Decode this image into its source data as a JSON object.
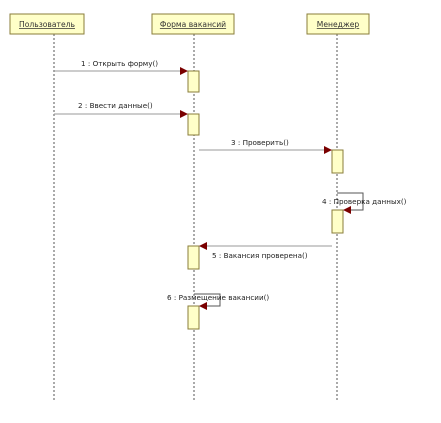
{
  "participants": [
    {
      "name": "Пользователь"
    },
    {
      "name": "Форма вакансий"
    },
    {
      "name": "Менеджер"
    }
  ],
  "messages": [
    {
      "label": "1 : Открыть форму()"
    },
    {
      "label": "2 : Ввести данные()"
    },
    {
      "label": "3 : Проверить()"
    },
    {
      "label": "4 : Проверка данных()"
    },
    {
      "label": "5 : Вакансия проверена()"
    },
    {
      "label": "6 : Размещение вакансии()"
    }
  ],
  "colors": {
    "box_fill": "#ffffc8",
    "box_stroke": "#8a7d3a",
    "arrowhead": "#7a0000"
  }
}
